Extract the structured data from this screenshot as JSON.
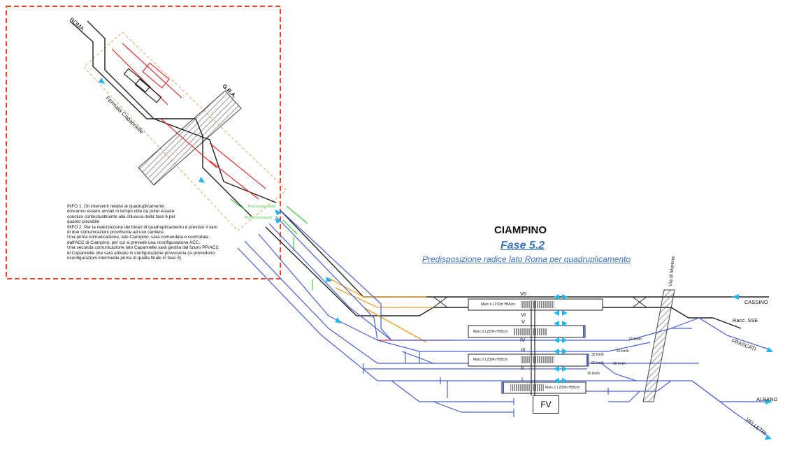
{
  "title": "CIAMPINO",
  "phase": "Fase 5.2",
  "subtitle": "Predisposizione radice lato Roma per quadruplicamento",
  "info_lines": [
    "INFO 1: Gli interventi relativi al quadruplicamento",
    "dovranno essere avviati in tempo utile da poter essere",
    "conclusi contestualmente alla chiusura della fase 6 per",
    "quanto possibile",
    "INFO 2: Per la realizzazione dei binari di quadruplicamento è previsto il varo",
    "di due comunicazioni provvisorie ad uso cantiere.",
    "Una prima comunicazione, lato Ciampino, sarà comandata e controllata",
    "dall'ACC di Ciampino, per cui si prevede una riconfigurazione ACC.",
    "Una seconda comunicazione lato Capannelle sarà gestita dal futuro PP/ACC",
    "di Capannelle che sarà attivato in configurazione provvisoria (si prevedono",
    "riconfigurazioni intermedie prima di quella finale in fase 8)"
  ],
  "places": {
    "roma": "ROMA",
    "gra": "G.R.A.",
    "fermata": "Fermata Capannelle",
    "via_morena": "Via di Morena",
    "cassino": "CASSINO",
    "racc_sse": "Racc. SSE",
    "frascati": "FRASCATI",
    "albano": "ALBANO",
    "velletri": "VELLETRI",
    "fv": "FV"
  },
  "tracks": [
    "VII",
    "VI",
    "V",
    "IV",
    "III",
    "II",
    "I"
  ],
  "platforms": {
    "p4": "Marc.4 L270m H55cm",
    "p3": "Marc.3 L220m H55cm",
    "p2": "Marc.2 L230m H55cm",
    "p1": "Marc.1 L220m H55cm"
  },
  "speeds": {
    "s1": "60 km/h",
    "s2": "60 km/h",
    "s3": "30 km/h",
    "s4": "60 km/h",
    "s5": "30 km/h",
    "s6": "60 km/h"
  },
  "green_labels": {
    "g1": "Pezzo provvisorio",
    "g2": "Pezzo provvisorio"
  },
  "colors": {
    "dashed_frame": "#e8442a",
    "blue_track": "#4a5fd6",
    "arrow": "#1fb6e8",
    "accent_text": "#3a73c2",
    "red_track": "#e23030",
    "orange_track": "#f0a020",
    "green_track": "#3fcf3f"
  }
}
